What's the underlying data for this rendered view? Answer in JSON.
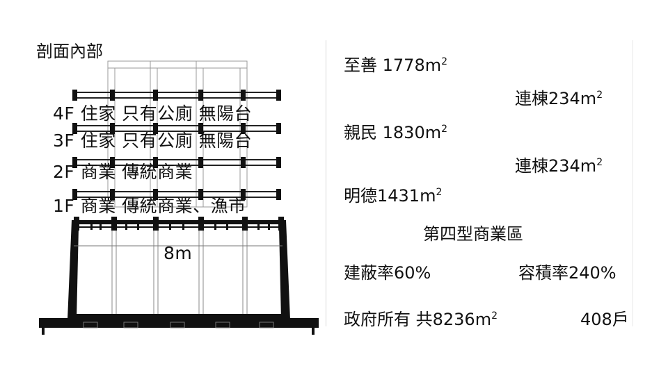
{
  "diagram": {
    "title": "剖面內部",
    "floors": [
      {
        "label": "4F 住家 只有公廁 無陽台"
      },
      {
        "label": "3F 住家 只有公廁 無陽台"
      },
      {
        "label": "2F 商業 傳統商業"
      },
      {
        "label": "1F 商業 傳統商業、漁市"
      }
    ],
    "dimension": "8m"
  },
  "info": {
    "zhishan": {
      "name": "至善",
      "area": "1778m",
      "exp": "2"
    },
    "lian1": {
      "name": "連棟",
      "area": "234m",
      "exp": "2"
    },
    "qinmin": {
      "name": "親民",
      "area": "1830m",
      "exp": "2"
    },
    "lian2": {
      "name": "連棟",
      "area": "234m",
      "exp": "2"
    },
    "mingde": {
      "name": "明德",
      "area": "1431m",
      "exp": "2"
    },
    "zone": "第四型商業區",
    "coverage": "建蔽率60%",
    "far": "容積率240%",
    "owner": "政府所有 共8236m",
    "owner_exp": "2",
    "units": "408戶"
  }
}
